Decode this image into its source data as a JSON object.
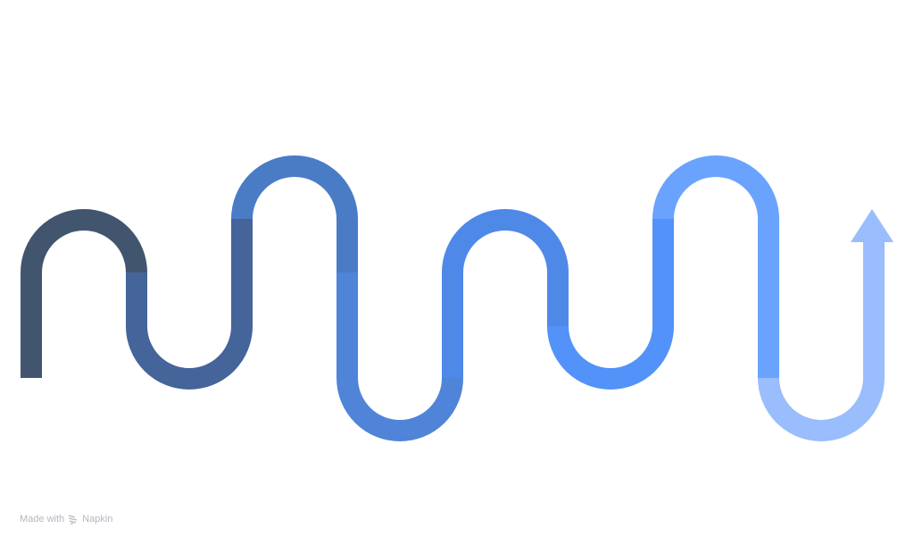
{
  "diagram": {
    "type": "winding-path-arrow",
    "segment_colors": [
      "#42556f",
      "#44649a",
      "#4a7cc6",
      "#4f84d8",
      "#4f89e8",
      "#5292f9",
      "#6aa3fd",
      "#99bdfd"
    ]
  },
  "watermark": {
    "made_with": "Made with",
    "brand": "Napkin"
  }
}
